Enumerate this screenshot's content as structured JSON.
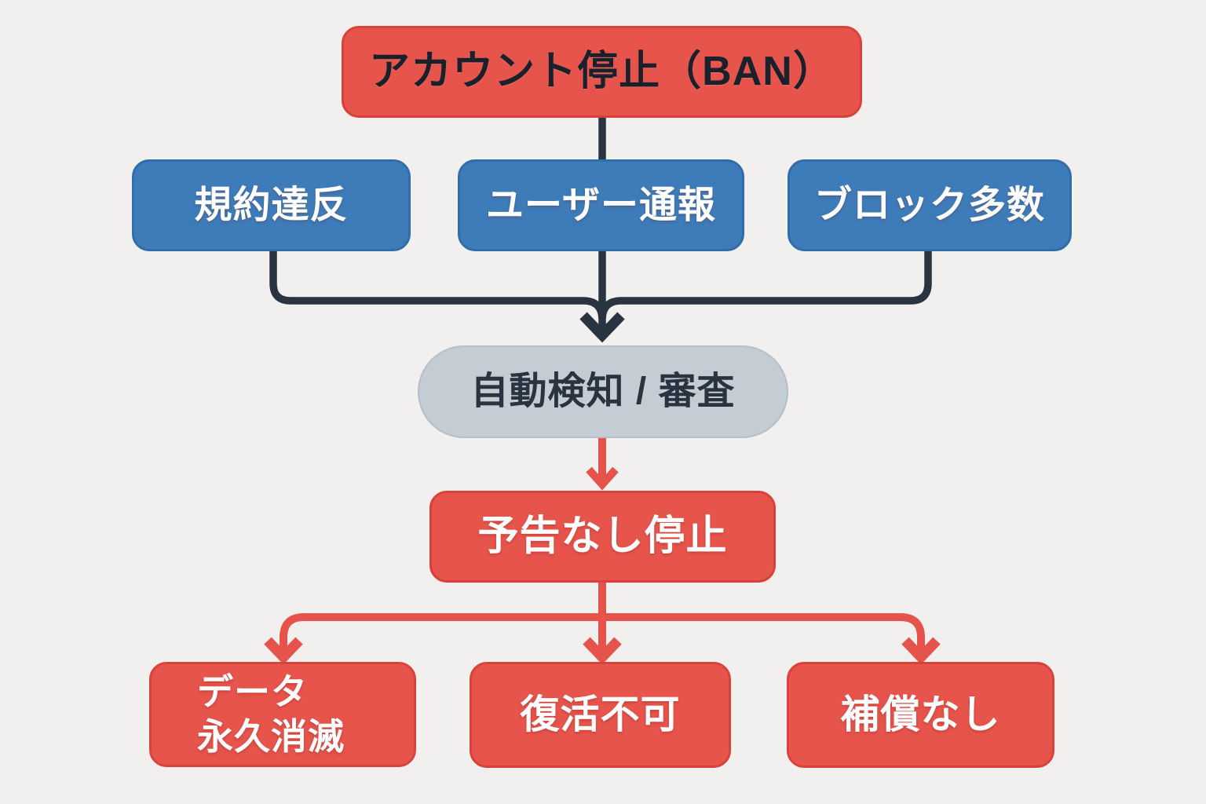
{
  "theme": {
    "bg": "#f2f0ee",
    "red": "#e6544c",
    "redBorder": "#d8423a",
    "blue": "#3d7cb9",
    "blueBorder": "#2f6dab",
    "pill": "#c4ccd4",
    "pillBorder": "#b4bfc9",
    "dark": "#2a3340",
    "darkText": "#1b212b",
    "white": "#ffffff"
  },
  "flowchart": {
    "root": {
      "label": "アカウント停止（BAN）"
    },
    "causes": [
      {
        "label": "規約達反"
      },
      {
        "label": "ユーザー通報"
      },
      {
        "label": "ブロック多数"
      }
    ],
    "review": {
      "label": "自動検知 / 審査"
    },
    "action": {
      "label": "予告なし停止"
    },
    "outcomes": [
      {
        "label": "データ\n永久消滅"
      },
      {
        "label": "復活不可"
      },
      {
        "label": "補償なし"
      }
    ]
  }
}
